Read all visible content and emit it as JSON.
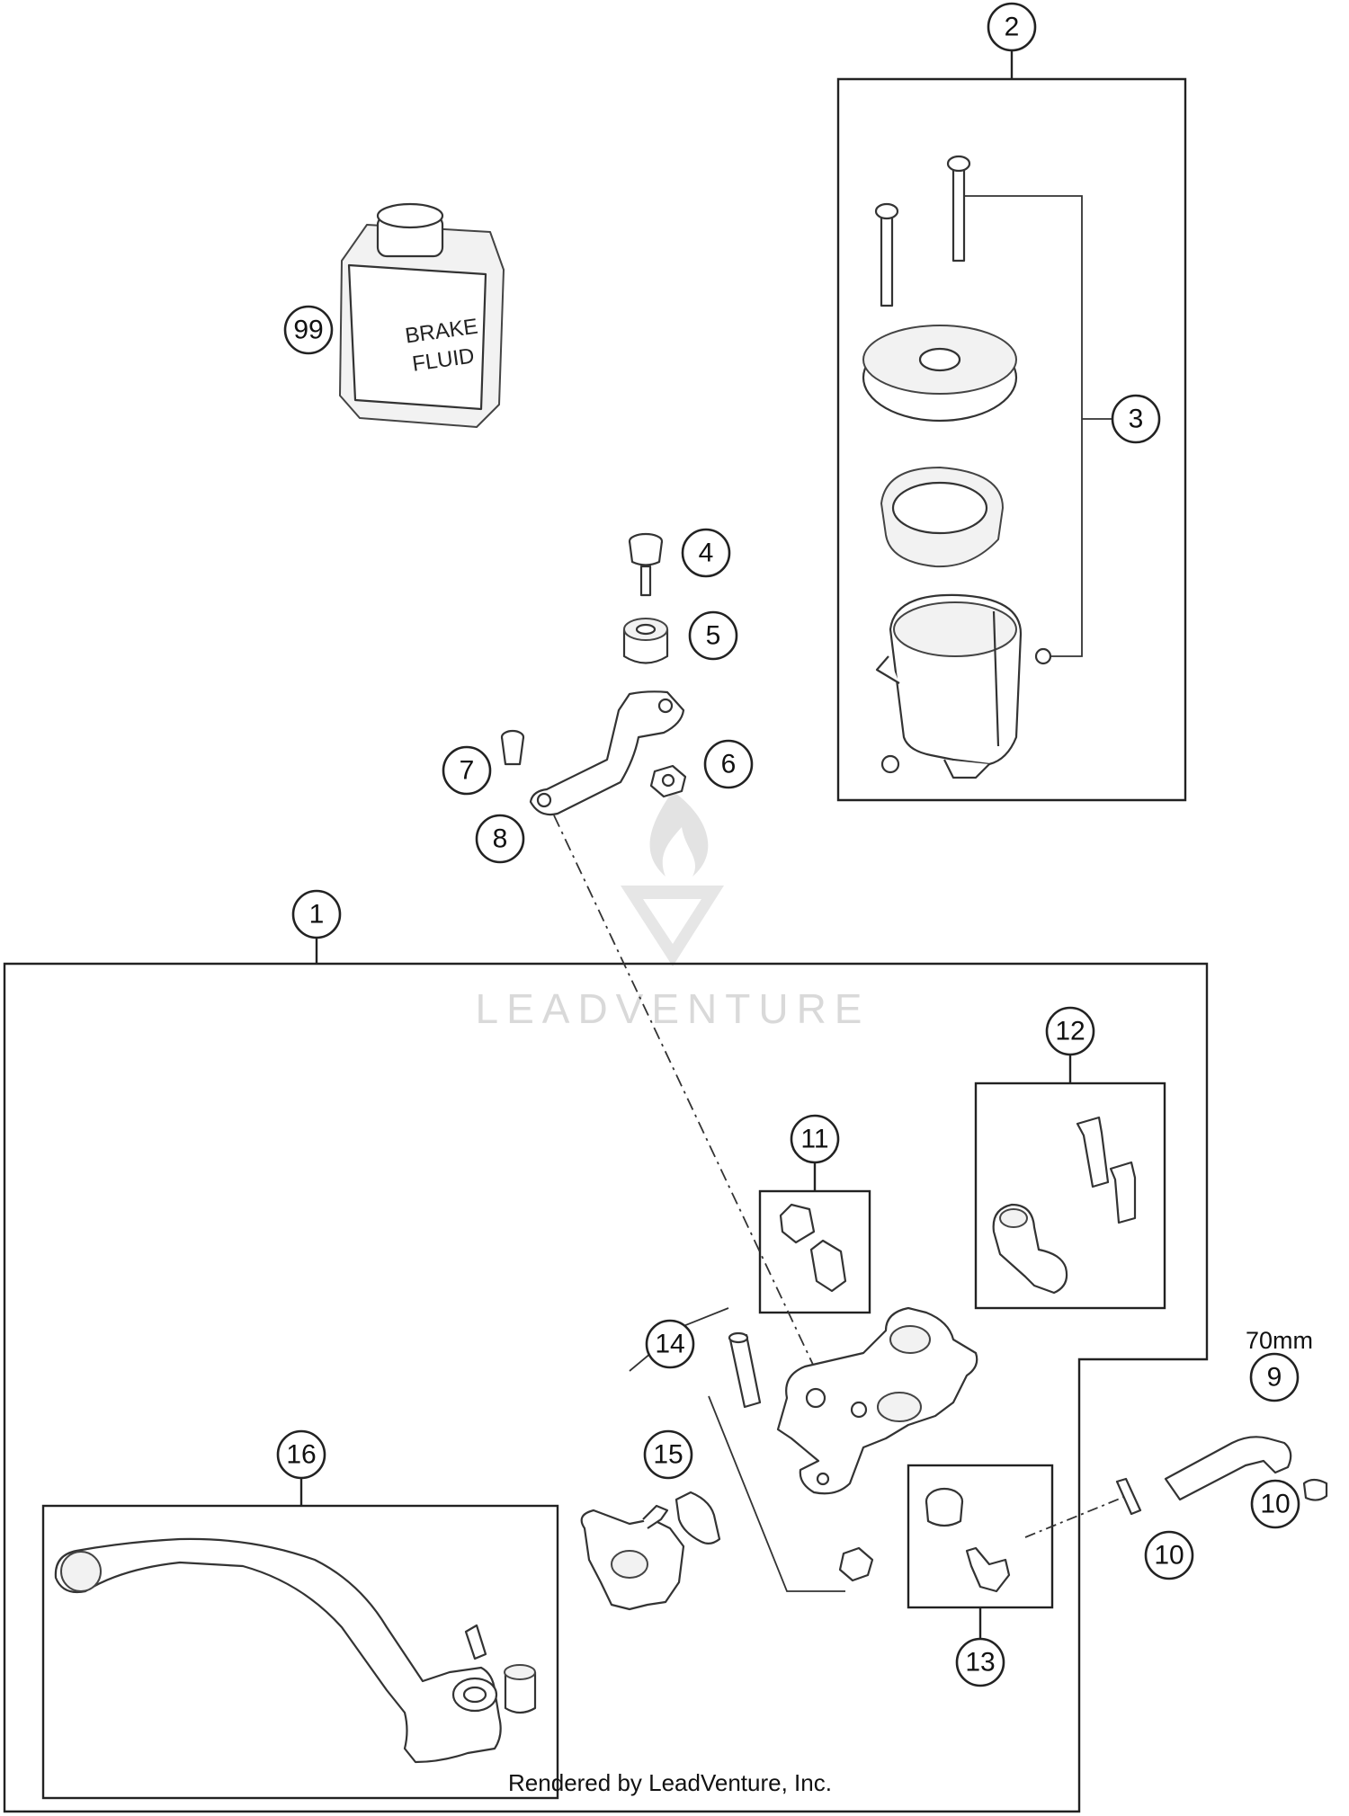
{
  "callouts": [
    {
      "label": "1"
    },
    {
      "label": "2"
    },
    {
      "label": "3"
    },
    {
      "label": "4"
    },
    {
      "label": "5"
    },
    {
      "label": "6"
    },
    {
      "label": "7"
    },
    {
      "label": "8"
    },
    {
      "label": "9"
    },
    {
      "label": "10"
    },
    {
      "label": "10"
    },
    {
      "label": "11"
    },
    {
      "label": "12"
    },
    {
      "label": "13"
    },
    {
      "label": "14"
    },
    {
      "label": "15"
    },
    {
      "label": "16"
    },
    {
      "label": "99"
    }
  ],
  "container_text": {
    "line1": "BRAKE",
    "line2": "FLUID"
  },
  "dimension_label": "70mm",
  "watermark": {
    "text": "LEADVENTURE"
  },
  "footer": "Rendered by LeadVenture, Inc.",
  "colors": {
    "line": "#222222",
    "watermark": "#d9d9d9",
    "background": "#ffffff"
  }
}
